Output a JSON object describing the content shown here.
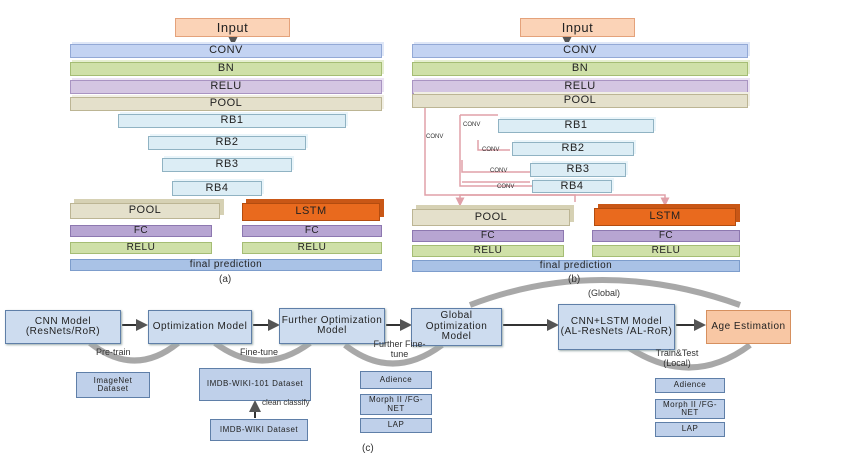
{
  "a": {
    "input": "Input",
    "conv": "CONV",
    "bn": "BN",
    "relu": "RELU",
    "pool": "POOL",
    "rb1": "RB1",
    "rb2": "RB2",
    "rb3": "RB3",
    "rb4": "RB4",
    "pool_left": "POOL",
    "lstm": "LSTM",
    "fc_left": "FC",
    "fc_right": "FC",
    "relu_left": "RELU",
    "relu_right": "RELU",
    "final": "final prediction",
    "caption": "(a)"
  },
  "b": {
    "input": "Input",
    "conv": "CONV",
    "bn": "BN",
    "relu": "RELU",
    "pool": "POOL",
    "conv_labels": [
      "CONV",
      "CONV",
      "CONV",
      "CONV",
      "CONV"
    ],
    "rb1": "RB1",
    "rb2": "RB2",
    "rb3": "RB3",
    "rb4": "RB4",
    "pool_left": "POOL",
    "lstm": "LSTM",
    "fc_left": "FC",
    "fc_right": "FC",
    "relu_left": "RELU",
    "relu_right": "RELU",
    "final": "final prediction",
    "caption": "(b)"
  },
  "c": {
    "cnn_model": "CNN Model (ResNets/RoR)",
    "opt_model": "Optimization Model",
    "further_opt": "Further Optimization Model",
    "global_opt": "Global Optimization Model",
    "cnn_lstm": "CNN+LSTM Model (AL-ResNets /AL-RoR)",
    "age": "Age Estimation",
    "pretrain": "Pre-train",
    "finetune": "Fine-tune",
    "further_finetune": "Further Fine-tune",
    "global_label": "(Global)",
    "train_test": "Train&Test (Local)",
    "imagenet": "ImageNet Dataset",
    "imdb101": "IMDB-WIKI-101 Dataset",
    "clean": "clean classify",
    "imdb": "IMDB-WIKI Dataset",
    "adience1": "Adience",
    "morph1": "Morph II /FG-NET",
    "lap1": "LAP",
    "adience2": "Adience",
    "morph2": "Morph II /FG-NET",
    "lap2": "LAP",
    "caption": "(c)"
  }
}
